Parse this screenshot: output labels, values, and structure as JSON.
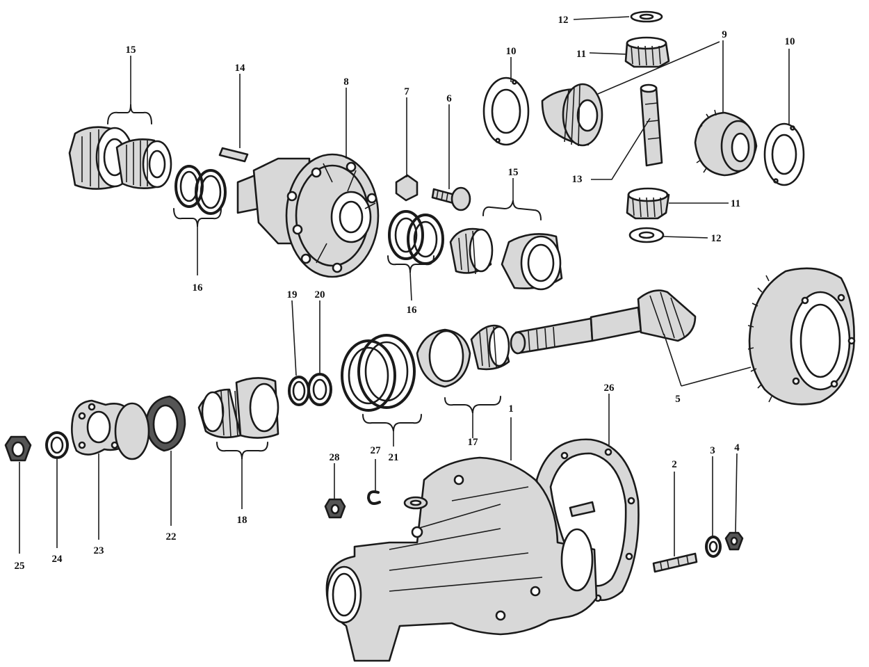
{
  "callouts": [
    {
      "id": "c1",
      "text": "1"
    },
    {
      "id": "c2",
      "text": "2"
    },
    {
      "id": "c3",
      "text": "3"
    },
    {
      "id": "c4",
      "text": "4"
    },
    {
      "id": "c5",
      "text": "5"
    },
    {
      "id": "c6",
      "text": "6"
    },
    {
      "id": "c7",
      "text": "7"
    },
    {
      "id": "c8",
      "text": "8"
    },
    {
      "id": "c9",
      "text": "9"
    },
    {
      "id": "c10a",
      "text": "10"
    },
    {
      "id": "c10b",
      "text": "10"
    },
    {
      "id": "c11a",
      "text": "11"
    },
    {
      "id": "c11b",
      "text": "11"
    },
    {
      "id": "c12a",
      "text": "12"
    },
    {
      "id": "c12b",
      "text": "12"
    },
    {
      "id": "c13",
      "text": "13"
    },
    {
      "id": "c14",
      "text": "14"
    },
    {
      "id": "c15a",
      "text": "15"
    },
    {
      "id": "c15b",
      "text": "15"
    },
    {
      "id": "c16a",
      "text": "16"
    },
    {
      "id": "c16b",
      "text": "16"
    },
    {
      "id": "c17",
      "text": "17"
    },
    {
      "id": "c18",
      "text": "18"
    },
    {
      "id": "c19",
      "text": "19"
    },
    {
      "id": "c20",
      "text": "20"
    },
    {
      "id": "c21",
      "text": "21"
    },
    {
      "id": "c22",
      "text": "22"
    },
    {
      "id": "c23",
      "text": "23"
    },
    {
      "id": "c24",
      "text": "24"
    },
    {
      "id": "c25",
      "text": "25"
    },
    {
      "id": "c26",
      "text": "26"
    },
    {
      "id": "c27",
      "text": "27"
    },
    {
      "id": "c28",
      "text": "28"
    }
  ]
}
